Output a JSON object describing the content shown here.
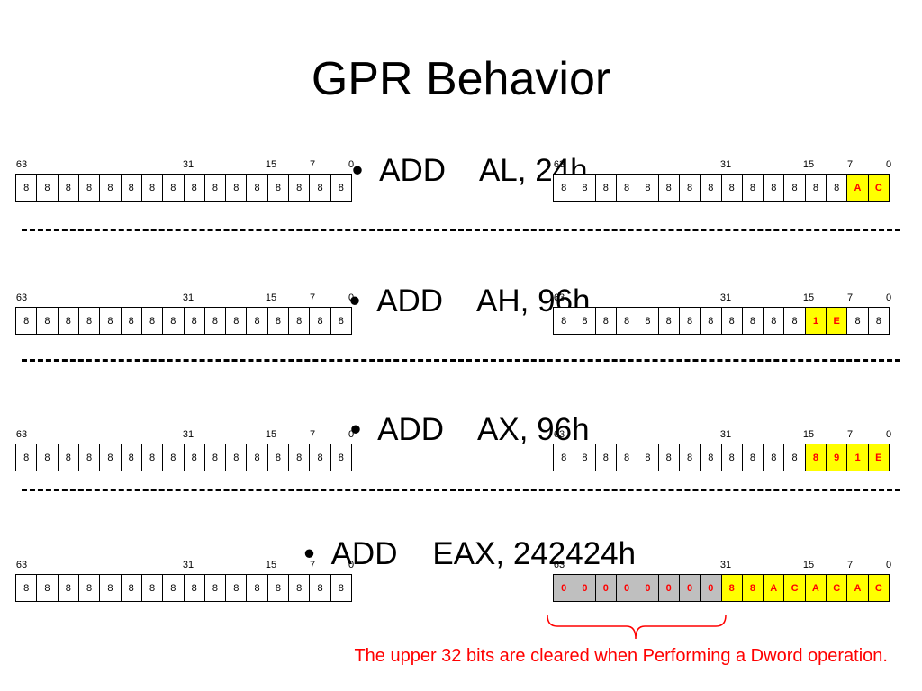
{
  "title": "GPR Behavior",
  "bullet": "•",
  "bit_labels": [
    "63",
    "31",
    "15",
    "7",
    "0"
  ],
  "colors": {
    "highlight_changed": "#ffff00",
    "highlight_cleared": "#bfbfbf",
    "changed_text": "#ff0000",
    "note_text": "#ff0000"
  },
  "sections": [
    {
      "instruction": "ADD    AL, 24h",
      "before": [
        "8",
        "8",
        "8",
        "8",
        "8",
        "8",
        "8",
        "8",
        "8",
        "8",
        "8",
        "8",
        "8",
        "8",
        "8",
        "8"
      ],
      "after": [
        "8",
        "8",
        "8",
        "8",
        "8",
        "8",
        "8",
        "8",
        "8",
        "8",
        "8",
        "8",
        "8",
        "8",
        "A",
        "C"
      ],
      "after_style": [
        "",
        "",
        "",
        "",
        "",
        "",
        "",
        "",
        "",
        "",
        "",
        "",
        "",
        "",
        "y",
        "y"
      ]
    },
    {
      "instruction": "ADD    AH, 96h",
      "before": [
        "8",
        "8",
        "8",
        "8",
        "8",
        "8",
        "8",
        "8",
        "8",
        "8",
        "8",
        "8",
        "8",
        "8",
        "8",
        "8"
      ],
      "after": [
        "8",
        "8",
        "8",
        "8",
        "8",
        "8",
        "8",
        "8",
        "8",
        "8",
        "8",
        "8",
        "1",
        "E",
        "8",
        "8"
      ],
      "after_style": [
        "",
        "",
        "",
        "",
        "",
        "",
        "",
        "",
        "",
        "",
        "",
        "",
        "y",
        "y",
        "",
        ""
      ]
    },
    {
      "instruction": "ADD    AX, 96h",
      "before": [
        "8",
        "8",
        "8",
        "8",
        "8",
        "8",
        "8",
        "8",
        "8",
        "8",
        "8",
        "8",
        "8",
        "8",
        "8",
        "8"
      ],
      "after": [
        "8",
        "8",
        "8",
        "8",
        "8",
        "8",
        "8",
        "8",
        "8",
        "8",
        "8",
        "8",
        "8",
        "9",
        "1",
        "E"
      ],
      "after_style": [
        "",
        "",
        "",
        "",
        "",
        "",
        "",
        "",
        "",
        "",
        "",
        "",
        "y",
        "y",
        "y",
        "y"
      ]
    },
    {
      "instruction": "ADD    EAX, 242424h",
      "before": [
        "8",
        "8",
        "8",
        "8",
        "8",
        "8",
        "8",
        "8",
        "8",
        "8",
        "8",
        "8",
        "8",
        "8",
        "8",
        "8"
      ],
      "after": [
        "0",
        "0",
        "0",
        "0",
        "0",
        "0",
        "0",
        "0",
        "8",
        "8",
        "A",
        "C",
        "A",
        "C",
        "A",
        "C"
      ],
      "after_style": [
        "g",
        "g",
        "g",
        "g",
        "g",
        "g",
        "g",
        "g",
        "y",
        "y",
        "y",
        "y",
        "y",
        "y",
        "y",
        "y"
      ]
    }
  ],
  "note": "The upper 32 bits are cleared when Performing a Dword operation."
}
